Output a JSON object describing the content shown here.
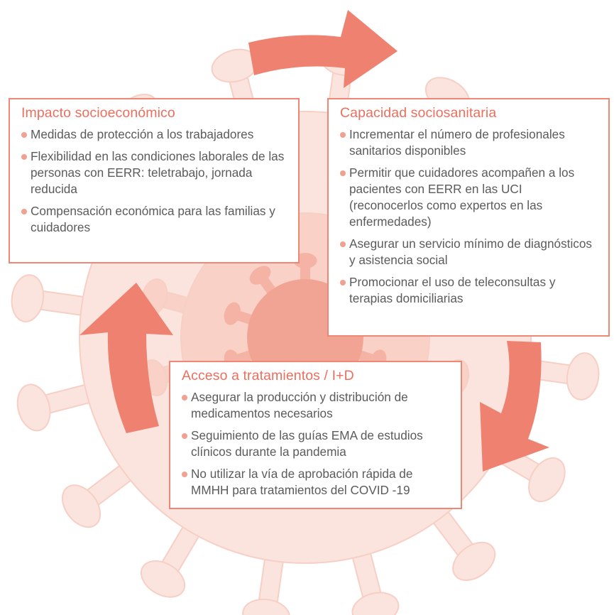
{
  "colors": {
    "virus_outer": "#fce4de",
    "virus_outer_stroke": "#f6cfc5",
    "virus_mid": "#f9d1c7",
    "virus_inner": "#f4b3a4",
    "virus_core": "#f1a493",
    "arrow": "#ef8170",
    "heading": "#ec6f5e",
    "border": "#ee8775",
    "bullet": "#f0a190",
    "text": "#5b5b5b"
  },
  "boxes": {
    "impacto": {
      "title": "Impacto socioeconómico",
      "items": [
        "Medidas de protección a los trabajadores",
        "Flexibilidad en las condiciones laborales de las personas con EERR: teletrabajo, jornada reducida",
        "Compensación económica para las familias y cuidadores"
      ]
    },
    "capacidad": {
      "title": "Capacidad sociosanitaria",
      "items": [
        "Incrementar el número de profesionales sanitarios disponibles",
        "Permitir que cuidadores acompañen a los pacientes con EERR en las UCI (reconocerlos como expertos en las enfermedades)",
        "Asegurar un servicio mínimo de diagnós­ticos y asistencia social",
        "Promocionar el uso de teleconsultas y terapias domiciliarias"
      ]
    },
    "acceso": {
      "title": "Acceso a tratamientos / I+D",
      "items": [
        "Asegurar la producción y distribución de medicamentos necesarios",
        "Seguimiento de las guías EMA de estudios clínicos durante la pandemia",
        "No utilizar la vía de aprobación rápida de MMHH para tratamientos del COVID -19"
      ]
    }
  }
}
